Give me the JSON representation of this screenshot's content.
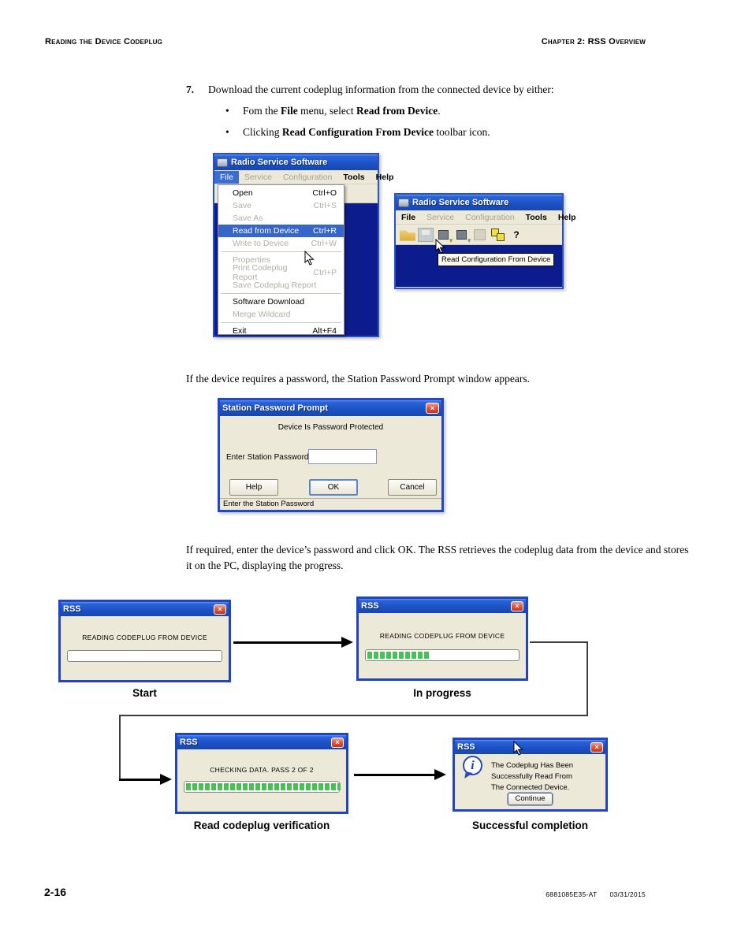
{
  "header": {
    "left": "Reading the Device Codeplug",
    "right": "Chapter 2: RSS Overview"
  },
  "footer": {
    "page_number": "2-16",
    "doc_number": "6881085E35-AT",
    "date": "03/31/2015"
  },
  "icons": {
    "close": "×",
    "bullet": "•",
    "info": "i",
    "help_glyph": "?"
  },
  "step": {
    "number": "7.",
    "text": "Download the current codeplug information from the connected device by either:",
    "bullet1": {
      "seg1": "Fom the ",
      "seg2": "File",
      "seg3": " menu, select ",
      "seg4": "Read from Device",
      "seg5": "."
    },
    "bullet2": {
      "seg1": "Clicking ",
      "seg2": "Read Configuration From Device",
      "seg3": " toolbar icon."
    }
  },
  "para1": "If the device requires a password, the Station Password Prompt window appears.",
  "para2": "If required, enter the device’s password and click OK. The RSS retrieves the codeplug data from the device and stores it on the PC, displaying the progress.",
  "menu_window": {
    "title": "Radio Service Software",
    "menubar": {
      "file": "File",
      "service": "Service",
      "configuration": "Configuration",
      "tools": "Tools",
      "help": "Help"
    },
    "items": [
      {
        "label": "Open",
        "shortcut": "Ctrl+O",
        "state": "normal"
      },
      {
        "label": "Save",
        "shortcut": "Ctrl+S",
        "state": "disabled"
      },
      {
        "label": "Save As",
        "shortcut": "",
        "state": "disabled"
      },
      {
        "label": "Read from Device",
        "shortcut": "Ctrl+R",
        "state": "highlighted"
      },
      {
        "label": "Write to Device",
        "shortcut": "Ctrl+W",
        "state": "disabled"
      },
      {
        "label": "Properties",
        "shortcut": "",
        "state": "disabled"
      },
      {
        "label": "Print Codeplug Report",
        "shortcut": "Ctrl+P",
        "state": "disabled"
      },
      {
        "label": "Save Codeplug Report",
        "shortcut": "",
        "state": "disabled"
      },
      {
        "label": "Software Download",
        "shortcut": "",
        "state": "normal"
      },
      {
        "label": "Merge Wildcard",
        "shortcut": "",
        "state": "disabled"
      },
      {
        "label": "Exit",
        "shortcut": "Alt+F4",
        "state": "normal"
      }
    ]
  },
  "toolbar_window": {
    "title": "Radio Service Software",
    "menubar": {
      "file": "File",
      "service": "Service",
      "configuration": "Configuration",
      "tools": "Tools",
      "help": "Help"
    },
    "toolbar_icons": [
      "open-file",
      "save",
      "read-configuration-from-device",
      "write-configuration-to-device",
      "codeplug-report",
      "merge-wildcard",
      "context-help"
    ],
    "tooltip": "Read Configuration From Device"
  },
  "password_dialog": {
    "title": "Station Password Prompt",
    "message": "Device Is Password Protected",
    "input_label": "Enter Station Password",
    "input_value": "",
    "help_button": "Help",
    "ok_button": "OK",
    "cancel_button": "Cancel",
    "status": "Enter the Station Password"
  },
  "flow": {
    "start": {
      "title": "RSS",
      "message": "READING CODEPLUG FROM DEVICE",
      "progress_percent": 0,
      "caption": "Start"
    },
    "in_progress": {
      "title": "RSS",
      "message": "READING CODEPLUG FROM DEVICE",
      "progress_percent": 40,
      "caption": "In progress"
    },
    "verification": {
      "title": "RSS",
      "message": "CHECKING DATA. PASS 2 OF 2",
      "progress_percent": 100,
      "caption": "Read codeplug verification"
    },
    "completion": {
      "title": "RSS",
      "line1": "The Codeplug Has Been",
      "line2": "Successfully Read From",
      "line3": "The Connected Device.",
      "button": "Continue",
      "caption": "Successful completion"
    }
  },
  "colors": {
    "titlebar_blue": "#1d52c6",
    "window_border_blue": "#2144c4",
    "client_navy": "#0d1c8c",
    "dialog_beige": "#ece9d8",
    "progress_green": "#49bf58",
    "menu_highlight": "#3566c8",
    "close_red": "#e25b41"
  }
}
